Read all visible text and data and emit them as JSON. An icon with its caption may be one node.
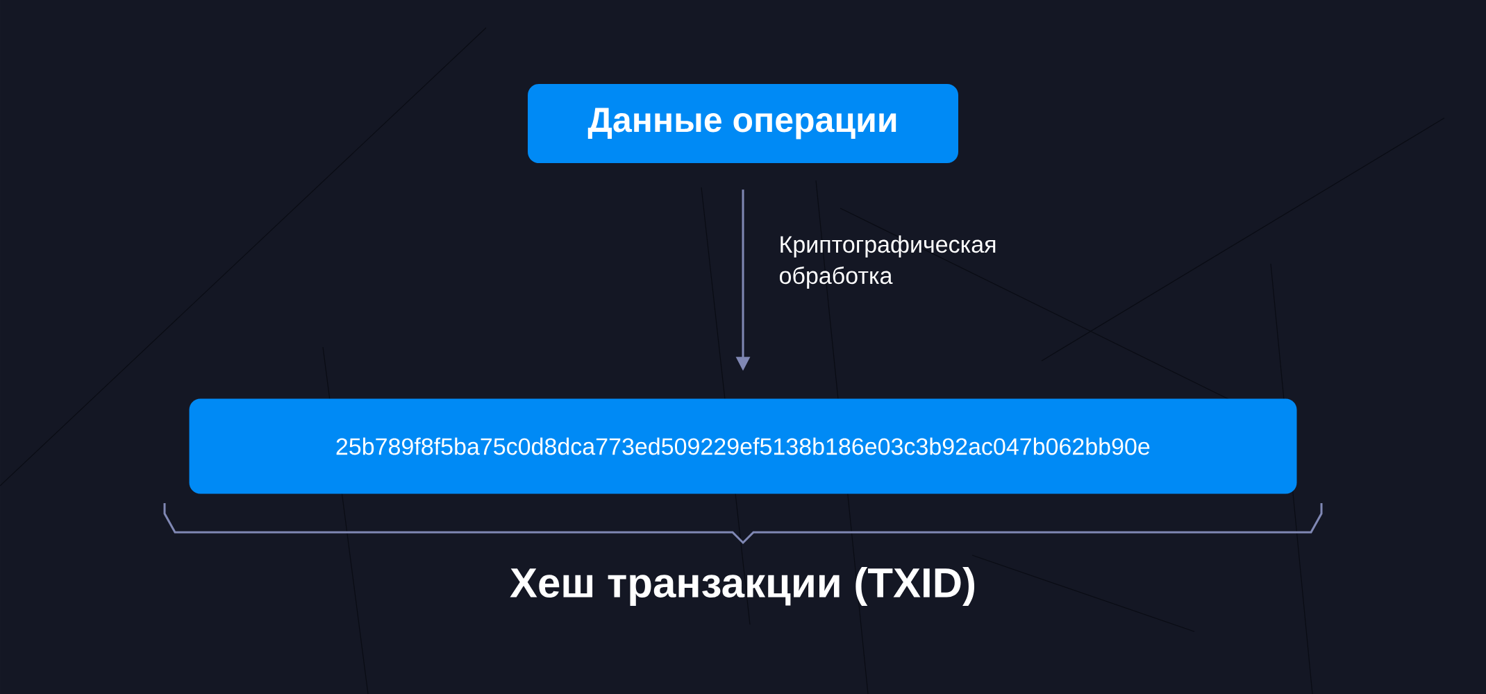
{
  "diagram": {
    "nodes": [
      {
        "text": [
          "Данные операции"
        ]
      },
      {
        "text": [
          "25b789f8f5ba75c0d8dca773ed509229ef5138b186e03c3b92ac047b062bb90e"
        ]
      }
    ],
    "edges": [
      {
        "from": 0,
        "to": 1,
        "arrow": "to",
        "label": "Криптографическая обработка"
      }
    ],
    "labels": [
      "Хеш транзакции (TXID)"
    ]
  }
}
